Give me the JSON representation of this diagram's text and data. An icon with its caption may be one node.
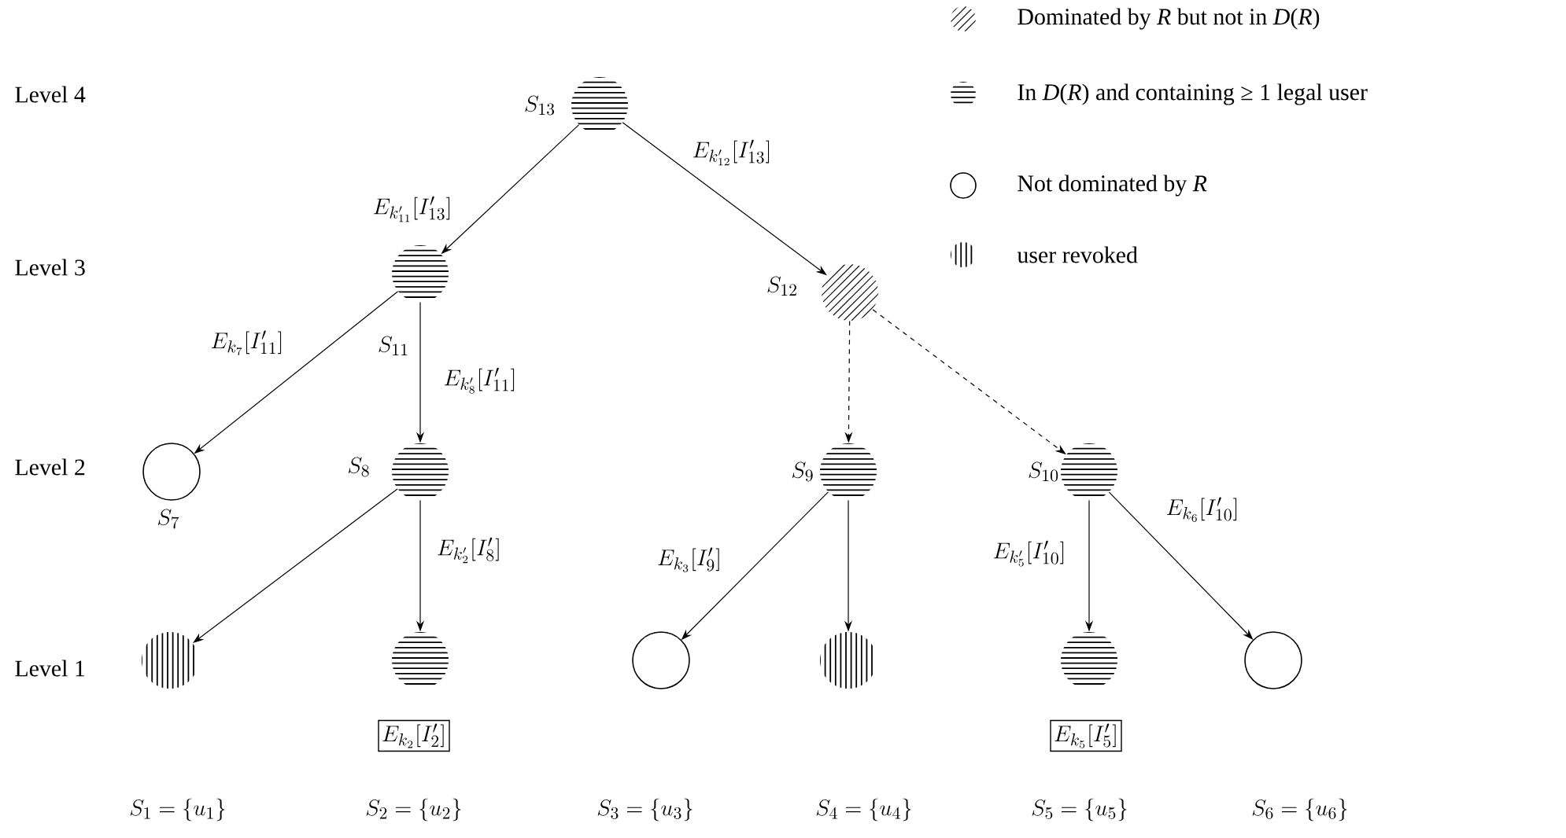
{
  "diagram": {
    "nodes": [
      {
        "text": [],
        "shape": "circle",
        "beside": [
          "S_{13}"
        ]
      },
      {
        "text": [],
        "shape": "circle",
        "beside": [
          "S_{11}"
        ]
      },
      {
        "text": [],
        "shape": "circle",
        "beside": [
          "S_{12}"
        ]
      },
      {
        "text": [],
        "shape": "circle",
        "beside": [
          "S_7"
        ]
      },
      {
        "text": [],
        "shape": "circle",
        "beside": [
          "S_8"
        ]
      },
      {
        "text": [],
        "shape": "circle",
        "beside": [
          "S_9"
        ]
      },
      {
        "text": [],
        "shape": "circle",
        "beside": [
          "S_{10}"
        ]
      },
      {
        "text": [],
        "shape": "circle"
      },
      {
        "text": [],
        "shape": "circle"
      },
      {
        "text": [],
        "shape": "circle"
      },
      {
        "text": [],
        "shape": "circle"
      },
      {
        "text": [],
        "shape": "circle"
      },
      {
        "text": [],
        "shape": "circle"
      },
      {
        "text": [
          "E_{k_2}[I'_2]"
        ]
      },
      {
        "text": [
          "E_{k_5}[I'_5]"
        ]
      }
    ],
    "edges": [
      {
        "from": 0,
        "to": 1,
        "arrow": "to",
        "label": "E_{k'_{11}}[I'_{13}]"
      },
      {
        "from": 0,
        "to": 2,
        "arrow": "to",
        "label": "E_{k'_{12}}[I'_{13}]"
      },
      {
        "from": 1,
        "to": 3,
        "arrow": "to",
        "label": "E_{k_7}[I'_{11}]"
      },
      {
        "from": 1,
        "to": 4,
        "arrow": "to",
        "label": "E_{k'_8}[I'_{11}]"
      },
      {
        "from": 2,
        "to": 5,
        "arrow": "to",
        "style": "dashed"
      },
      {
        "from": 2,
        "to": 6,
        "arrow": "to",
        "style": "dashed"
      },
      {
        "from": 4,
        "to": 7,
        "arrow": "to"
      },
      {
        "from": 4,
        "to": 8,
        "arrow": "to",
        "label": "E_{k'_2}[I'_8]"
      },
      {
        "from": 5,
        "to": 9,
        "arrow": "to",
        "label": "E_{k_3}[I'_9]"
      },
      {
        "from": 5,
        "to": 10,
        "arrow": "to"
      },
      {
        "from": 6,
        "to": 11,
        "arrow": "to",
        "label": "E_{k'_5}[I'_{10}]"
      },
      {
        "from": 6,
        "to": 12,
        "arrow": "to",
        "label": "E_{k_6}[I'_{10}]"
      }
    ],
    "labels": [
      "Level 4",
      "Level 3",
      "Level 2",
      "Level 1",
      "S_1 = \\{u_1\\}",
      "S_2 = \\{u_2\\}",
      "S_3 = \\{u_3\\}",
      "S_4 = \\{u_4\\}",
      "S_5 = \\{u_5\\}",
      "S_6 = \\{u_6\\}"
    ],
    "legend": [
      {
        "text": "Dominated by *R* but not in *D*(*R*)"
      },
      {
        "text": "In *D*(*R*) and containing ≥ 1 legal user"
      },
      {
        "text": "Not dominated by *R*"
      },
      {
        "text": "user revoked"
      }
    ]
  }
}
